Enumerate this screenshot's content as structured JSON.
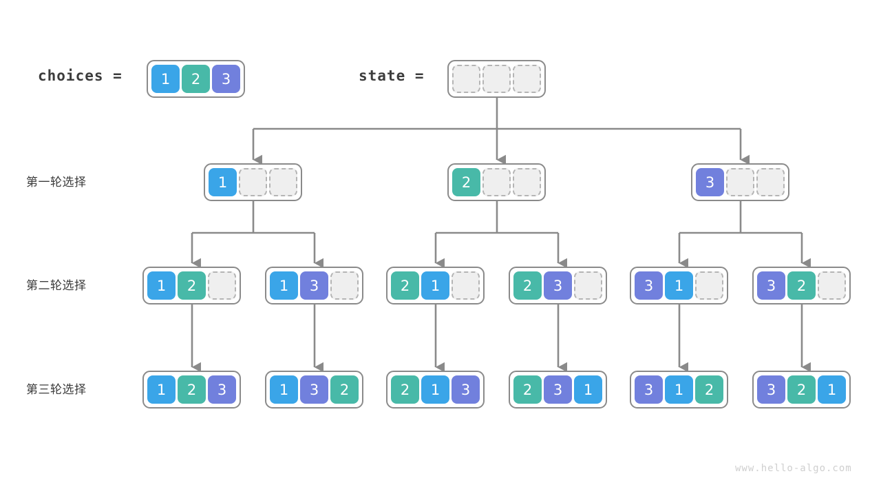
{
  "meta": {
    "title": "全排列回溯树",
    "watermark": "www.hello-algo.com",
    "palette": {
      "blue": "#3aa5e8",
      "green": "#48b9a8",
      "purple": "#7180dd",
      "empty_fill": "#efefef",
      "empty_border": "#b4b4b4",
      "box_border": "#8a8a8a",
      "edge": "#8a8a8a",
      "text": "#3c3c3c",
      "watermark": "#cfcfcf",
      "background": "#ffffff"
    }
  },
  "header": {
    "choices_label": "choices =",
    "choices_cells": [
      "1",
      "2",
      "3"
    ],
    "state_label": "state =",
    "state_cells": [
      "",
      "",
      ""
    ]
  },
  "row_labels": {
    "round1": "第一轮选择",
    "round2": "第二轮选择",
    "round3": "第三轮选择"
  },
  "round1": [
    {
      "cells": [
        "1",
        "",
        ""
      ]
    },
    {
      "cells": [
        "2",
        "",
        ""
      ]
    },
    {
      "cells": [
        "3",
        "",
        ""
      ]
    }
  ],
  "round2": [
    {
      "cells": [
        "1",
        "2",
        ""
      ]
    },
    {
      "cells": [
        "1",
        "3",
        ""
      ]
    },
    {
      "cells": [
        "2",
        "1",
        ""
      ]
    },
    {
      "cells": [
        "2",
        "3",
        ""
      ]
    },
    {
      "cells": [
        "3",
        "1",
        ""
      ]
    },
    {
      "cells": [
        "3",
        "2",
        ""
      ]
    }
  ],
  "round3": [
    {
      "cells": [
        "1",
        "2",
        "3"
      ]
    },
    {
      "cells": [
        "1",
        "3",
        "2"
      ]
    },
    {
      "cells": [
        "2",
        "1",
        "3"
      ]
    },
    {
      "cells": [
        "2",
        "3",
        "1"
      ]
    },
    {
      "cells": [
        "3",
        "1",
        "2"
      ]
    },
    {
      "cells": [
        "3",
        "2",
        "1"
      ]
    }
  ]
}
